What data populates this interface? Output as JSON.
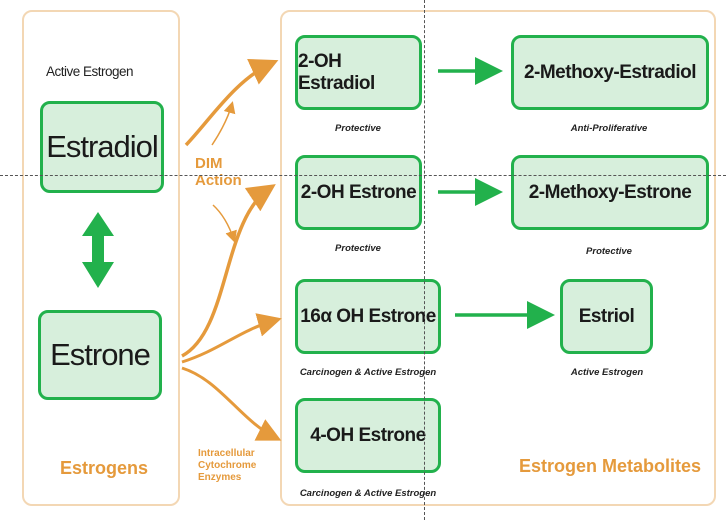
{
  "left_panel": {
    "active_estrogen_label": "Active Estrogen",
    "estradiol": "Estradiol",
    "estrone": "Estrone",
    "footer": "Estrogens"
  },
  "middle": {
    "dim_action": "DIM\nAction",
    "enzymes": "Intracellular\nCytochrome\nEnzymes"
  },
  "right_panel": {
    "oh2_estradiol": {
      "label": "2-OH Estradiol",
      "caption": "Protective"
    },
    "oh2_estrone": {
      "label": "2-OH Estrone",
      "caption": "Protective"
    },
    "oh16_estrone": {
      "label": "16α OH Estrone",
      "caption": "Carcinogen & Active Estrogen"
    },
    "oh4_estrone": {
      "label": "4-OH Estrone",
      "caption": "Carcinogen & Active Estrogen"
    },
    "methoxy_estradiol": {
      "label": "2-Methoxy-Estradiol",
      "caption": "Anti-Proliferative"
    },
    "methoxy_estrone": {
      "label": "2-Methoxy-Estrone",
      "caption": "Protective"
    },
    "estriol": {
      "label": "Estriol",
      "caption": "Active Estrogen"
    },
    "footer": "Estrogen Metabolites"
  },
  "colors": {
    "box_border": "#22b14c",
    "box_fill": "#d7efdc",
    "orange": "#e59a3c",
    "panel_border": "#f3d7b4"
  }
}
